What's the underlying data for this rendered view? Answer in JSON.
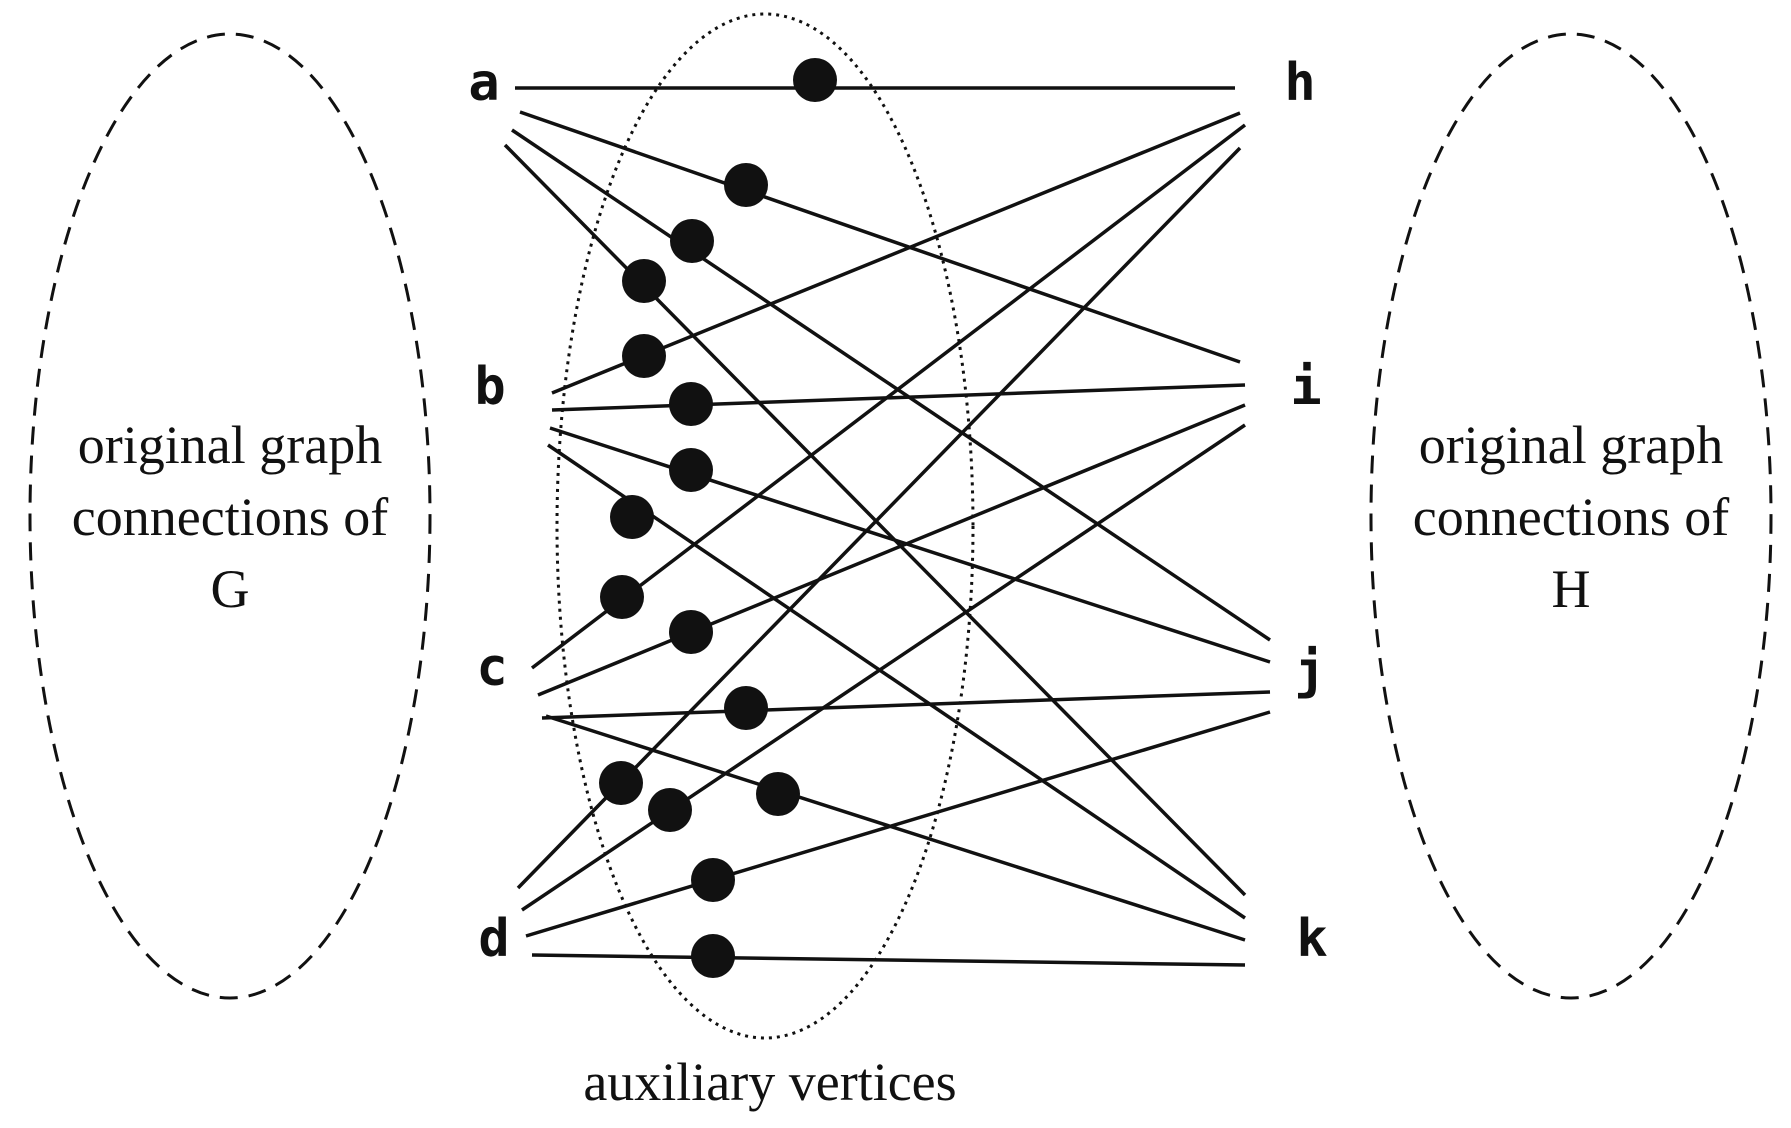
{
  "left_region": {
    "lines": [
      "original graph",
      "connections of",
      "G"
    ]
  },
  "right_region": {
    "lines": [
      "original graph",
      "connections of",
      "H"
    ]
  },
  "center_region": {
    "caption": "auxiliary vertices"
  },
  "vertices": {
    "left": [
      "a",
      "b",
      "c",
      "d"
    ],
    "right": [
      "h",
      "i",
      "j",
      "k"
    ]
  },
  "edges": [
    {
      "from": "a",
      "to": "h"
    },
    {
      "from": "a",
      "to": "i"
    },
    {
      "from": "a",
      "to": "j"
    },
    {
      "from": "a",
      "to": "k"
    },
    {
      "from": "b",
      "to": "h"
    },
    {
      "from": "b",
      "to": "i"
    },
    {
      "from": "b",
      "to": "j"
    },
    {
      "from": "b",
      "to": "k"
    },
    {
      "from": "c",
      "to": "h"
    },
    {
      "from": "c",
      "to": "i"
    },
    {
      "from": "c",
      "to": "j"
    },
    {
      "from": "c",
      "to": "k"
    },
    {
      "from": "d",
      "to": "h"
    },
    {
      "from": "d",
      "to": "i"
    },
    {
      "from": "d",
      "to": "j"
    },
    {
      "from": "d",
      "to": "k"
    }
  ],
  "colors": {
    "ink": "#111111",
    "background": "#ffffff"
  }
}
